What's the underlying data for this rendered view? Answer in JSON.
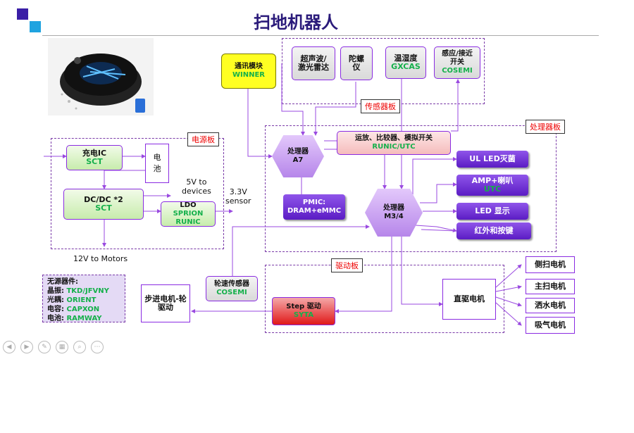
{
  "title": "扫地机器人",
  "boards": {
    "sensor": "传感器板",
    "processor": "处理器板",
    "power": "电源板",
    "drive": "驱动板"
  },
  "blocks": {
    "comm": {
      "line1": "通讯模块",
      "line2": "WINNER"
    },
    "ultrasonic": {
      "line1": "超声波/",
      "line2": "激光雷达"
    },
    "gyro": {
      "line1": "陀螺",
      "line2": "仪"
    },
    "temp": {
      "line1": "温湿度",
      "line2": "GXCAS"
    },
    "proximity": {
      "line1": "感应/接近",
      "line2": "开关",
      "line3": "COSEMI"
    },
    "a7": {
      "line1": "处理器",
      "line2": "A7"
    },
    "opamp": {
      "line1": "运放、比较器、模拟开关",
      "line2": "RUNIC/UTC"
    },
    "pmic": {
      "line1": "PMIC:",
      "line2": "DRAM+eMMC"
    },
    "m34": {
      "line1": "处理器",
      "line2": "M3/4"
    },
    "uvled": {
      "line1": "UL LED灭菌"
    },
    "amp": {
      "line1": "AMP+喇叭",
      "line2": "UTC"
    },
    "led": {
      "line1": "LED 显示"
    },
    "ir": {
      "line1": "红外和按键"
    },
    "charge": {
      "line1": "充电IC",
      "line2": "SCT"
    },
    "battery": {
      "line1": "电",
      "line2": "池"
    },
    "dcdc": {
      "line1": "DC/DC *2",
      "line2": "SCT"
    },
    "ldo": {
      "line1": "LDO",
      "line2": "SPRION",
      "line3": "RUNIC"
    },
    "wheel_sensor": {
      "line1": "轮速传感器",
      "line2": "COSEMI"
    },
    "stepper": {
      "line1": "步进电机-轮",
      "line2": "驱动"
    },
    "step_drive": {
      "line1": "Step 驱动",
      "line2": "SYTA"
    },
    "dc_motor": {
      "line1": "直驱电机"
    },
    "side_brush": {
      "line1": "侧扫电机"
    },
    "main_brush": {
      "line1": "主扫电机"
    },
    "water": {
      "line1": "洒水电机"
    },
    "suction": {
      "line1": "吸气电机"
    }
  },
  "notes": {
    "v5": "5V to",
    "v5b": "devices",
    "v33": "3.3V",
    "v33b": "sensor",
    "v12": "12V to  Motors"
  },
  "passive": {
    "title": "无源器件:",
    "rows": [
      {
        "label": "晶振:",
        "value": "TKD/JFVNY"
      },
      {
        "label": "光耦:",
        "value": "ORIENT"
      },
      {
        "label": "电容:",
        "value": "CAPXON"
      },
      {
        "label": "电池:",
        "value": "RAMWAY"
      }
    ]
  },
  "colors": {
    "accent": "#8a2be2",
    "green_text": "#14b04a",
    "board_label": "#e00000",
    "title": "#2a1a7a"
  },
  "toolbar_icons": [
    "back-icon",
    "forward-icon",
    "pen-icon",
    "slides-icon",
    "zoom-icon",
    "more-icon"
  ]
}
